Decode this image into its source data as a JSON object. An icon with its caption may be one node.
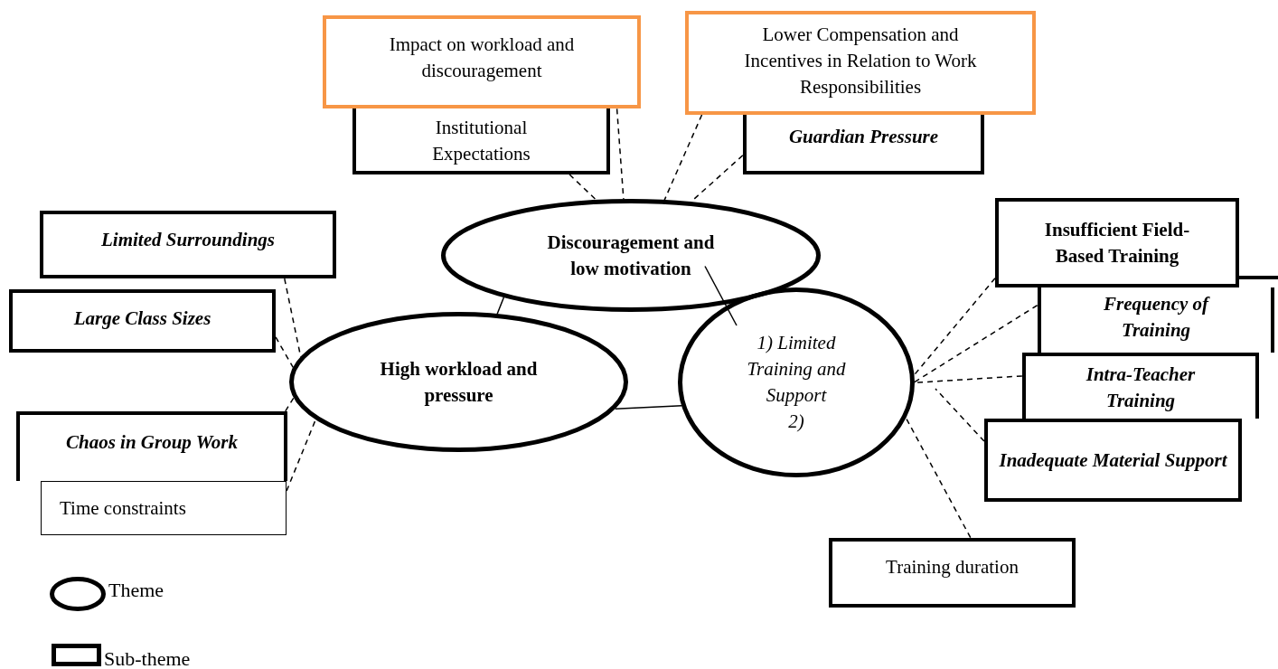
{
  "diagram": {
    "nodes": [
      {
        "text": [
          "Impact on workload and discouragement"
        ]
      },
      {
        "text": [
          "Lower Compensation and Incentives in Relation to Work Responsibilities"
        ]
      },
      {
        "text": [
          "Institutional Expectations"
        ]
      },
      {
        "text": [
          "Guardian Pressure"
        ]
      },
      {
        "text": [
          "Limited Surroundings"
        ]
      },
      {
        "text": [
          "Discouragement and low motivation"
        ]
      },
      {
        "text": [
          "Insufficient Field-Based Training"
        ]
      },
      {
        "text": [
          "Frequency of Training"
        ]
      },
      {
        "text": [
          "Large Class Sizes"
        ]
      },
      {
        "text": [
          "High workload and pressure"
        ]
      },
      {
        "text": [
          "1) Limited Training and Support",
          "2)"
        ]
      },
      {
        "text": [
          "Intra-Teacher Training"
        ]
      },
      {
        "text": [
          "Chaos in Group Work"
        ]
      },
      {
        "text": [
          "Inadequate Material Support"
        ]
      },
      {
        "text": [
          "Time constraints"
        ]
      },
      {
        "text": [
          "Training duration"
        ]
      }
    ],
    "edges": [
      {
        "from": 0,
        "to": 5,
        "arrow": "none",
        "style": "dashed"
      },
      {
        "from": 1,
        "to": 5,
        "arrow": "none",
        "style": "dashed"
      },
      {
        "from": 2,
        "to": 5,
        "arrow": "none",
        "style": "dashed"
      },
      {
        "from": 3,
        "to": 5,
        "arrow": "none",
        "style": "dashed"
      },
      {
        "from": 4,
        "to": 9,
        "arrow": "none",
        "style": "dashed"
      },
      {
        "from": 8,
        "to": 9,
        "arrow": "none",
        "style": "dashed"
      },
      {
        "from": 12,
        "to": 9,
        "arrow": "none",
        "style": "dashed"
      },
      {
        "from": 14,
        "to": 9,
        "arrow": "none",
        "style": "dashed"
      },
      {
        "from": 6,
        "to": 10,
        "arrow": "none",
        "style": "dashed"
      },
      {
        "from": 7,
        "to": 10,
        "arrow": "none",
        "style": "dashed"
      },
      {
        "from": 11,
        "to": 10,
        "arrow": "none",
        "style": "dashed"
      },
      {
        "from": 13,
        "to": 10,
        "arrow": "none",
        "style": "dashed"
      },
      {
        "from": 15,
        "to": 10,
        "arrow": "none",
        "style": "dashed"
      },
      {
        "from": 5,
        "to": 9,
        "arrow": "none"
      },
      {
        "from": 5,
        "to": 10,
        "arrow": "none"
      },
      {
        "from": 9,
        "to": 10,
        "arrow": "none"
      }
    ],
    "legend": [
      {
        "text": "Theme"
      },
      {
        "text": "Sub-theme"
      }
    ]
  }
}
